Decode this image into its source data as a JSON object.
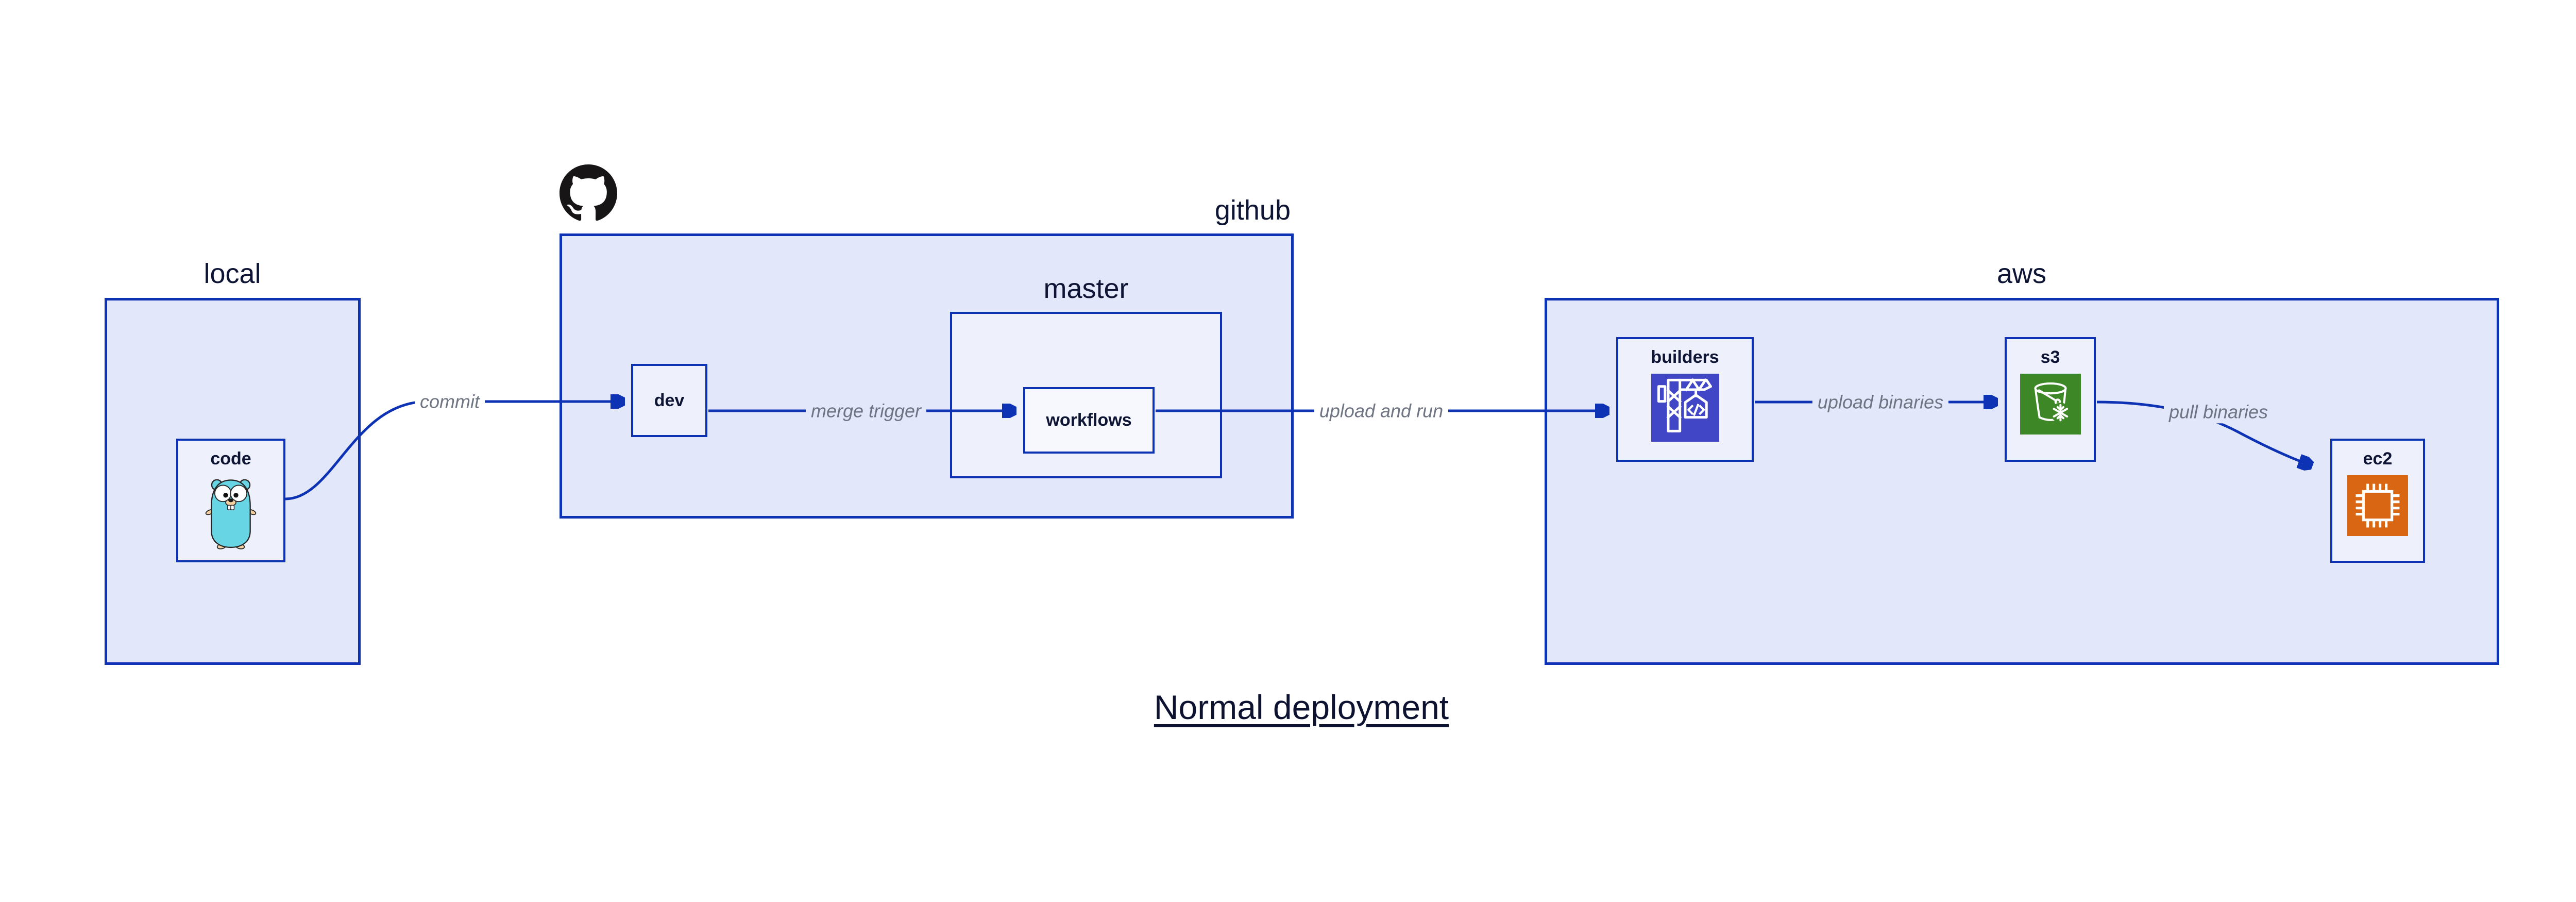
{
  "diagram_title": "Normal deployment",
  "groups": {
    "local": {
      "label": "local"
    },
    "github": {
      "label": "github"
    },
    "master": {
      "label": "master"
    },
    "aws": {
      "label": "aws"
    }
  },
  "nodes": {
    "code": {
      "label": "code"
    },
    "dev": {
      "label": "dev"
    },
    "workflows": {
      "label": "workflows"
    },
    "builders": {
      "label": "builders"
    },
    "s3": {
      "label": "s3"
    },
    "ec2": {
      "label": "ec2"
    }
  },
  "edges": [
    {
      "id": "commit",
      "label": "commit",
      "from": "code",
      "to": "dev"
    },
    {
      "id": "merge-trigger",
      "label": "merge trigger",
      "from": "dev",
      "to": "workflows"
    },
    {
      "id": "upload-and-run",
      "label": "upload and run",
      "from": "workflows",
      "to": "builders"
    },
    {
      "id": "upload-binaries",
      "label": "upload binaries",
      "from": "builders",
      "to": "s3"
    },
    {
      "id": "pull-binaries",
      "label": "pull binaries",
      "from": "s3",
      "to": "ec2"
    }
  ],
  "icons": {
    "github_logo": "github-octocat-mark",
    "code": "go-gopher-mascot",
    "builders": "aws-codebuild-crane",
    "s3": "aws-s3-glacier-bucket-snowflake",
    "ec2": "aws-ec2-chip"
  },
  "colors": {
    "border_and_arrow_blue": "#0d33b4",
    "group_fill": "#e2e8f9",
    "node_fill": "#eef1fc",
    "inner_node_fill": "#f6f8fe",
    "text_navy": "#0e1434",
    "edge_label_gray": "#6f7482",
    "octocat_black": "#171515",
    "gopher_teal": "#68d5e4",
    "gopher_tan": "#f6d2a2",
    "codebuild_indigo": "#4146c7",
    "s3_glacier_green": "#3e8727",
    "ec2_orange": "#d86613"
  }
}
